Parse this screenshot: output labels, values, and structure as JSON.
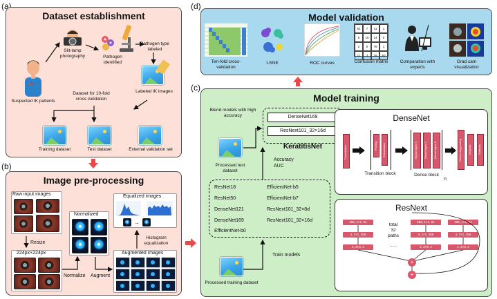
{
  "panel_a": {
    "letter": "(a)",
    "title": "Dataset establishment",
    "suspected": "Suspected IK patients",
    "slit_lamp": "Slit-lamp photography",
    "pathogen_identified": "Pathogen identified",
    "pathogen_type": "Pathogen type labeled",
    "labeled_images": "Labeled IK images",
    "dataset_cv": "Dataset for 10-fold cross validation",
    "training": "Training dataset",
    "test": "Test dataset",
    "external": "External validation set"
  },
  "panel_b": {
    "letter": "(b)",
    "title": "Image pre-processing",
    "raw": "Raw input images",
    "resize": "Resize",
    "size": "224px×224px",
    "normalized": "Normalized",
    "normalize": "Normalize",
    "augment": "Augment",
    "augmented": "Augmented images",
    "equalized": "Equalized images",
    "histogram": "Histogram equalization"
  },
  "panel_c": {
    "letter": "(c)",
    "title": "Model training",
    "blend": "Blend models with high accuracy",
    "processed_test": "Processed test dataset",
    "accuracy": "Accuracy",
    "auc": "AUC",
    "keratitisnet": "KeratitisNet",
    "blend_models": [
      "DenseNet169",
      "ResNext101_32×16d"
    ],
    "models_left": [
      "ResNet18",
      "ResNet50",
      "DenseNet121",
      "DenseNet169",
      "EfficientNet-b0"
    ],
    "models_right": [
      "EfficientNet-b5",
      "EfficientNet-b7",
      "ResNext101_32×8d",
      "ResNext101_32×16d"
    ],
    "processed_training": "Processed training dataset",
    "train_models": "Train models",
    "densenet": {
      "title": "DenseNet",
      "convolution": "Convolution",
      "pooling": "Pooling",
      "convolution2": "Convolution",
      "transition": "Transition block",
      "dense_layer_1": "Dense layer 1",
      "dense_layer_2": "Dense layer 2",
      "dense_layer_3": "Dense layer 3",
      "dense_block": "Dense block",
      "n": "n",
      "global_pool": "Global avg pooling",
      "dropout": "Dropout",
      "softmax": "Softmax"
    },
    "resnext": {
      "title": "ResNext",
      "paths_total": "total",
      "paths_num": "32",
      "paths_word": "paths",
      "dots": "......",
      "col1": [
        "256, 1×1, 64",
        "4, 1×1, 256",
        "4, 3×3, 4"
      ],
      "col2": [
        "256, 1×1, 64",
        "4, 1×1, 256",
        "4, 3×3, 4"
      ],
      "col3": [
        "256, 1×1, 64",
        "4, 1×1, 256",
        "4, 3×3, 4"
      ],
      "plus": "+"
    }
  },
  "panel_d": {
    "letter": "(d)",
    "title": "Model validation",
    "ten_fold": "Ten-fold cross-validation",
    "tsne": "t-SNE",
    "roc": "ROC curves",
    "confusion": "Confusion matrix",
    "experts": "Comparation with experts",
    "gradcam": "Grad cam visualization",
    "matrix": [
      "61",
      "7",
      "11",
      "1",
      "5",
      "16",
      "14",
      "0",
      "2",
      "0",
      "78",
      "1",
      "11",
      "3",
      "16",
      "60"
    ]
  },
  "colors": {
    "panel_a_bg": "#fde1d8",
    "panel_b_bg": "#fde1d8",
    "panel_c_bg": "#cdeec7",
    "panel_d_bg": "#a9d9ee",
    "accent_red": "#e84a4a",
    "block_red": "#d9576b"
  }
}
